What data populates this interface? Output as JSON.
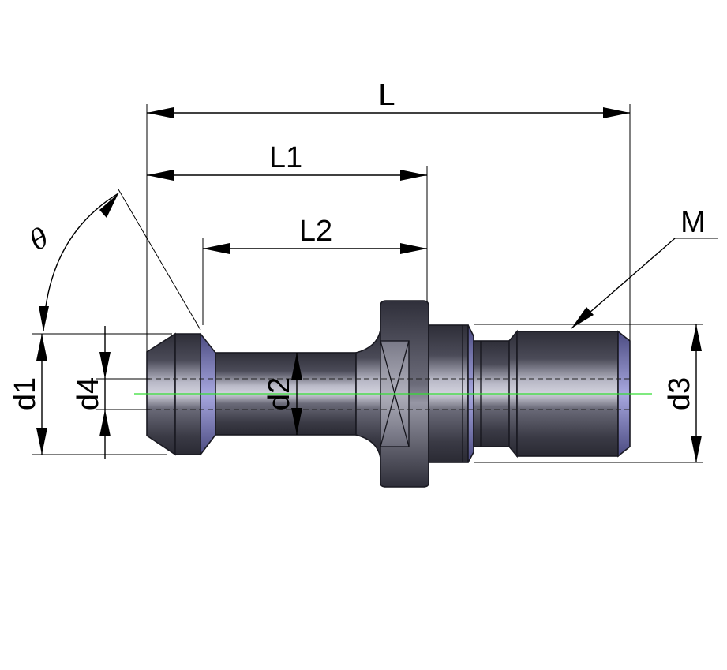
{
  "labels": {
    "L": "L",
    "L1": "L1",
    "L2": "L2",
    "M": "M",
    "theta": "θ",
    "d1": "d1",
    "d2": "d2",
    "d3": "d3",
    "d4": "d4"
  },
  "colors": {
    "steel_dark": "#34343f",
    "steel_light": "#c9c9d6",
    "edge_blue": "#7e7eb8",
    "axis_green": "#33dd33",
    "line": "#000000"
  }
}
